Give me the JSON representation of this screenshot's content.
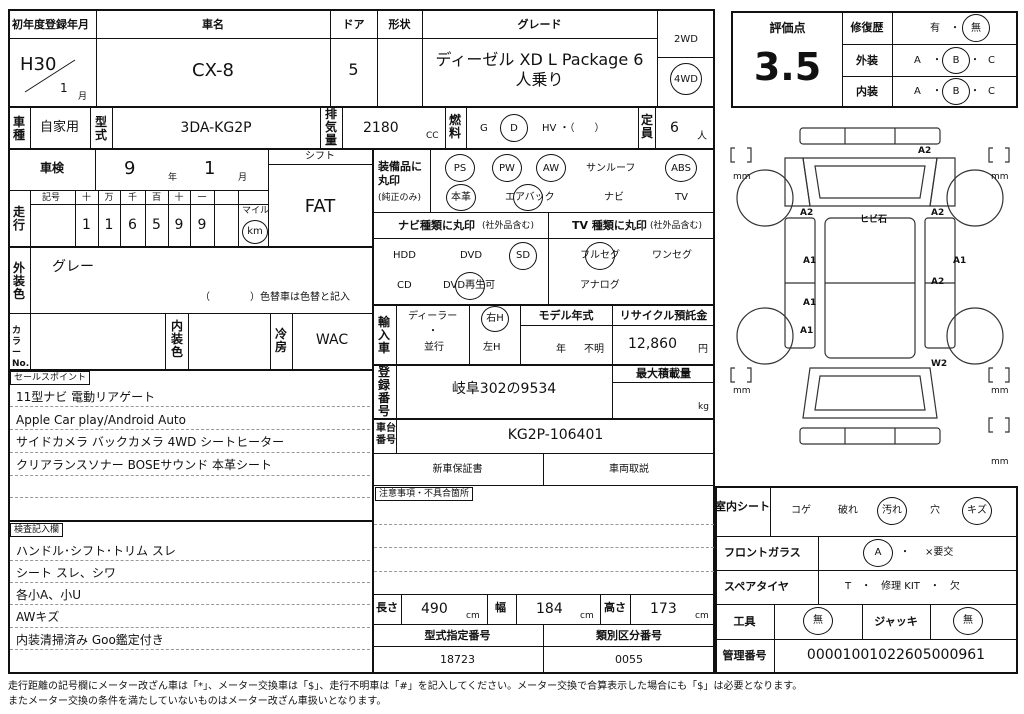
{
  "header": {
    "first_reg_label": "初年度登録年月",
    "first_reg_era": "H30",
    "first_reg_month": "1",
    "first_reg_month_unit": "月",
    "name_label": "車名",
    "name": "CX-8",
    "door_label": "ドア",
    "doors": "5",
    "shape_label": "形状",
    "grade_label": "グレード",
    "grade_line1": "ディーゼル XD L Package 6",
    "grade_line2": "人乗り",
    "drive_2wd": "2WD",
    "drive_4wd": "4WD"
  },
  "score": {
    "label": "評価点",
    "value": "3.5",
    "repair_label": "修復歴",
    "repair_yes": "有",
    "repair_no": "無",
    "exterior_label": "外装",
    "interior_label": "内装",
    "grades": [
      "A",
      "B",
      "C"
    ],
    "dot": "・"
  },
  "row2": {
    "use_label": "車種",
    "use": "自家用",
    "model_label": "型式",
    "model": "3DA-KG2P",
    "displacement_label": "排気量",
    "displacement": "2180",
    "cc": "CC",
    "fuel_label": "燃料",
    "fuel_g": "G",
    "fuel_d": "D",
    "fuel_hv": "HV ・（　　）",
    "capacity_label": "定員",
    "capacity": "6",
    "capacity_unit": "人"
  },
  "inspection": {
    "label": "車検",
    "year": "9",
    "year_unit": "年",
    "month": "1",
    "month_unit": "月",
    "shift_label": "シフト",
    "shift": "FAT"
  },
  "mileage": {
    "label": "走行",
    "symbol_label": "記号",
    "units": [
      "十",
      "万",
      "千",
      "百",
      "十",
      "一"
    ],
    "digits": [
      "1",
      "1",
      "6",
      "5",
      "9",
      "9"
    ],
    "mile_label": "マイル",
    "km_label": "km"
  },
  "color": {
    "label": "外装色",
    "value": "グレー",
    "note": "（　　　　）色替車は色替と記入",
    "no_label": "カラーNo.",
    "interior_label": "内装色",
    "ac_label": "冷房",
    "ac": "WAC"
  },
  "equipment": {
    "label": "装備品に丸印",
    "sub": "(純正のみ)",
    "row1": [
      "PS",
      "PW",
      "AW",
      "サンルーフ",
      "ABS"
    ],
    "row2": [
      "本革",
      "エアバック",
      "ナビ",
      "TV"
    ]
  },
  "navi": {
    "label": "ナビ種類に丸印",
    "sub": "(社外品含む)",
    "items": [
      "HDD",
      "DVD",
      "SD",
      "CD",
      "DVD再生可"
    ]
  },
  "tv": {
    "label": "TV 種類に丸印",
    "sub": "(社外品含む)",
    "items": [
      "フルセグ",
      "ワンセグ",
      "アナログ"
    ]
  },
  "import": {
    "label": "輸入車",
    "dealer": "ディーラー",
    "dot": "・",
    "parallel": "並行",
    "right": "右H",
    "left": "左H",
    "model_year_label": "モデル年式",
    "year_unit": "年",
    "unknown": "不明",
    "recycle_label": "リサイクル預託金",
    "recycle_value": "12,860",
    "yen": "円"
  },
  "registration": {
    "label": "登録番号",
    "value": "岐阜302の9534",
    "max_load_label": "最大積載量",
    "kg": "kg"
  },
  "chassis": {
    "label": "車台番号",
    "value": "KG2P-106401",
    "warranty": "新車保証書",
    "manual": "車両取説",
    "notes_label": "注意事項・不具合箇所"
  },
  "dimensions": {
    "length_label": "長さ",
    "length": "490",
    "width_label": "幅",
    "width": "184",
    "height_label": "高さ",
    "height": "173",
    "cm": "cm",
    "type_no_label": "型式指定番号",
    "type_no": "18723",
    "class_no_label": "類別区分番号",
    "class_no": "0055"
  },
  "sales_points": {
    "label": "セールスポイント",
    "lines": [
      "11型ナビ 電動リアゲート",
      "Apple Car play/Android Auto",
      "サイドカメラ バックカメラ 4WD シートヒーター",
      "クリアランスソナー BOSEサウンド 本革シート"
    ]
  },
  "inspector": {
    "label": "検査記入欄",
    "lines": [
      "ハンドル･シフト･トリム スレ",
      "シート スレ、シワ",
      "各小A、小U",
      "AWキズ",
      "内装清掃済み Goo鑑定付き"
    ]
  },
  "interior_seat": {
    "label": "室内シート",
    "items": [
      "コゲ",
      "破れ",
      "汚れ",
      "穴",
      "キズ"
    ]
  },
  "windshield": {
    "label": "フロントガラス",
    "a": "A",
    "dot": "・",
    "replace": "×要交"
  },
  "spare": {
    "label": "スペアタイヤ",
    "text": "T　・　修理 KIT　・　欠"
  },
  "tools": {
    "label": "工具",
    "value": "無",
    "jack_label": "ジャッキ",
    "jack_value": "無"
  },
  "control": {
    "label": "管理番号",
    "value": "00001001022605000961"
  },
  "diagram": {
    "marks": [
      "A2",
      "A2",
      "A2",
      "ヒビ石",
      "A1",
      "A1",
      "A1",
      "A2",
      "A1",
      "W2"
    ],
    "mm": "mm"
  },
  "footer": {
    "line1": "走行距離の記号欄にメーター改ざん車は「*」、メーター交換車は「$」、走行不明車は「#」を記入してください。メーター交換で合算表示した場合にも「$」は必要となります。",
    "line2": "またメーター交換の条件を満たしていないものはメーター改ざん車扱いとなります。"
  }
}
